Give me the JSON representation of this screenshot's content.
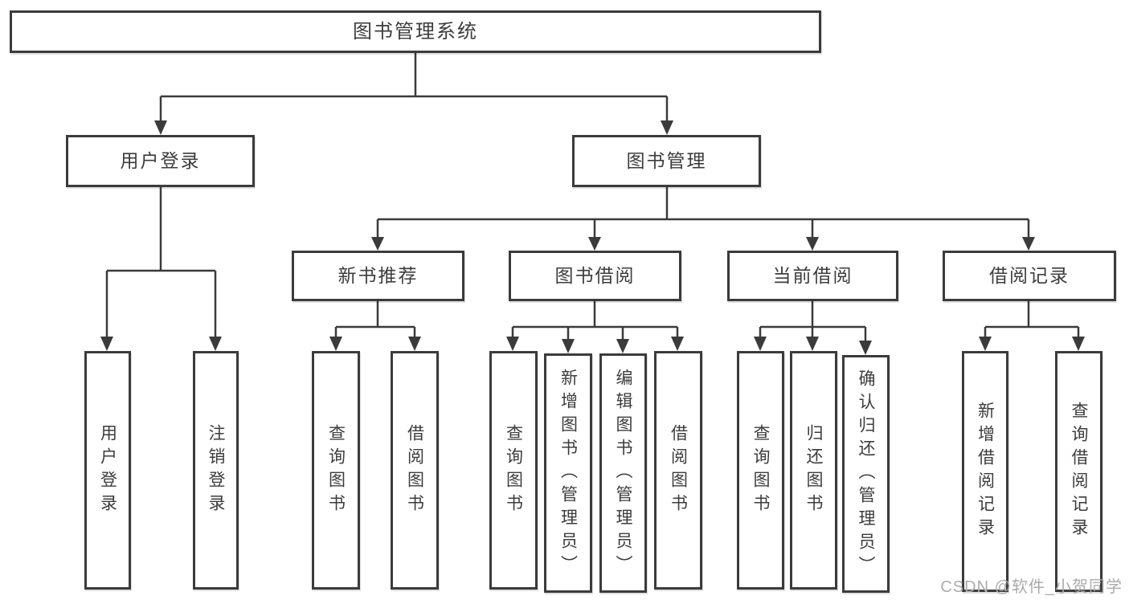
{
  "nodes": {
    "root": {
      "label": "图书管理系统"
    },
    "level2": [
      {
        "label": "用户登录"
      },
      {
        "label": "图书管理"
      }
    ],
    "level3": [
      {
        "label": "新书推荐",
        "parent": "图书管理"
      },
      {
        "label": "图书借阅",
        "parent": "图书管理"
      },
      {
        "label": "当前借阅",
        "parent": "图书管理"
      },
      {
        "label": "借阅记录",
        "parent": "图书管理"
      }
    ],
    "leaves": [
      {
        "label": "用户登录",
        "parent": "用户登录"
      },
      {
        "label": "注销登录",
        "parent": "用户登录"
      },
      {
        "label": "查询图书",
        "parent": "新书推荐"
      },
      {
        "label": "借阅图书",
        "parent": "新书推荐"
      },
      {
        "label": "查询图书",
        "parent": "图书借阅"
      },
      {
        "label": "新增图书（管理员）",
        "parent": "图书借阅"
      },
      {
        "label": "编辑图书（管理员）",
        "parent": "图书借阅"
      },
      {
        "label": "借阅图书",
        "parent": "图书借阅"
      },
      {
        "label": "查询图书",
        "parent": "当前借阅"
      },
      {
        "label": "归还图书",
        "parent": "当前借阅"
      },
      {
        "label": "确认归还（管理员）",
        "parent": "当前借阅"
      },
      {
        "label": "新增借阅记录",
        "parent": "借阅记录"
      },
      {
        "label": "查询借阅记录",
        "parent": "借阅记录"
      }
    ]
  },
  "watermark": "CSDN @软件_小贺同学",
  "colors": {
    "line": "#3b3b3b",
    "box_border": "#3b3b3b",
    "text": "#3c3c3c",
    "background": "#ffffff",
    "watermark": "#ababab"
  }
}
